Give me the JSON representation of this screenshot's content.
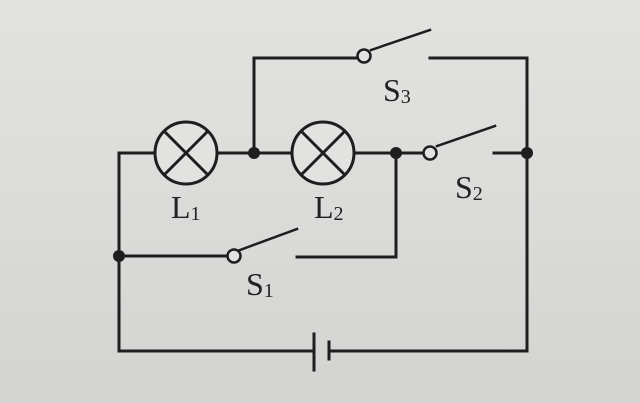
{
  "diagram": {
    "lamps": [
      {
        "id": "L1",
        "letter": "L",
        "sub": "1"
      },
      {
        "id": "L2",
        "letter": "L",
        "sub": "2"
      }
    ],
    "switches": [
      {
        "id": "S1",
        "letter": "S",
        "sub": "1"
      },
      {
        "id": "S2",
        "letter": "S",
        "sub": "2"
      },
      {
        "id": "S3",
        "letter": "S",
        "sub": "3"
      }
    ]
  }
}
